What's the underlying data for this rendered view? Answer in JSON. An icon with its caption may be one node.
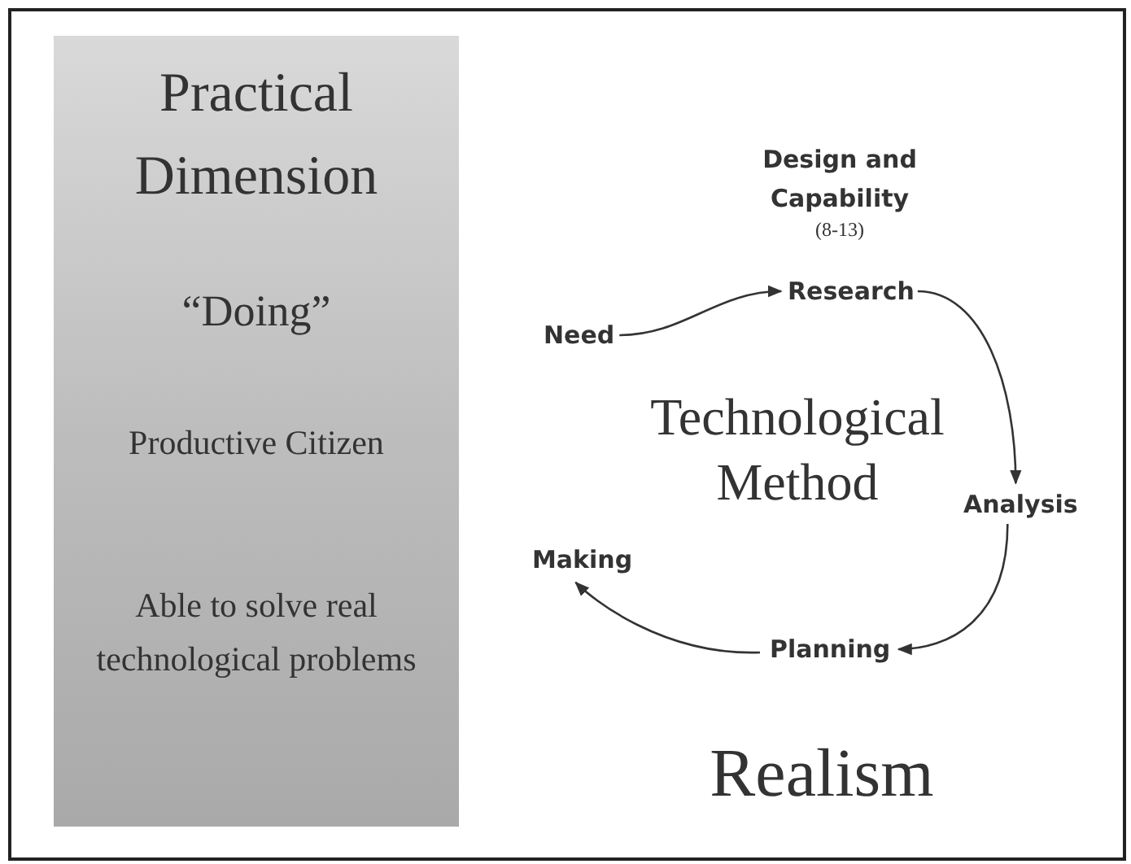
{
  "diagram": {
    "nodes": [
      {
        "text": [
          "Practical Dimension",
          "“Doing”",
          "Productive Citizen",
          "Able to solve real technological problems"
        ]
      },
      {
        "text": [
          "Need"
        ]
      },
      {
        "text": [
          "Research"
        ]
      },
      {
        "text": [
          "Analysis"
        ]
      },
      {
        "text": [
          "Planning"
        ]
      },
      {
        "text": [
          "Making"
        ]
      }
    ],
    "edges": [
      {
        "from": 1,
        "to": 2,
        "arrow": "to"
      },
      {
        "from": 2,
        "to": 3,
        "arrow": "to"
      },
      {
        "from": 3,
        "to": 4,
        "arrow": "to"
      },
      {
        "from": 4,
        "to": 5,
        "arrow": "to"
      }
    ],
    "labels": [
      "Design and Capability",
      "(8-13)",
      "Technological Method",
      "Realism"
    ]
  }
}
